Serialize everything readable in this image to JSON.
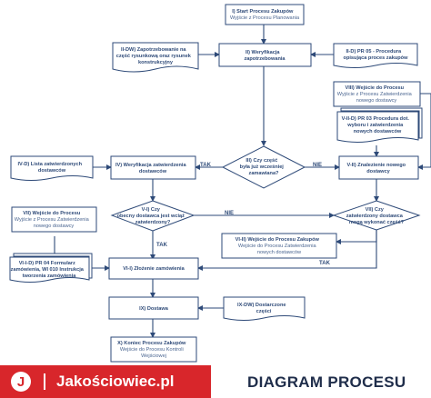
{
  "nodes": {
    "start": [
      "I) Start Procesu Zakupów",
      "Wyjście z Procesu Planowania"
    ],
    "need": [
      "II-DW) Zapotrzebowanie na",
      "część rysunkową oraz rysunek",
      "konstrukcyjny"
    ],
    "verify_need": [
      "II) Weryfikacja",
      "zapotrzebowania"
    ],
    "pr05": [
      "II-D) PR 05 - Procedura",
      "opisująca proces zakupów"
    ],
    "new_supplier_entry": [
      "VIII) Wejście do Procesu",
      "Wyjście z Procesu Zatwierdzenia",
      "nowego dostawcy"
    ],
    "pr03": [
      "V-II-D) PR 03 Procedura dot.",
      "wyboru i zatwierdzenia",
      "nowych dostawców"
    ],
    "approved_list": [
      "IV-D) Lista zatwierdzonych",
      "dostawców"
    ],
    "verify_approved": [
      "IV) Weryfikacja zatwierdzenia",
      "dostawców"
    ],
    "decision_known": [
      "III) Czy część",
      "była już wcześniej",
      "zamawiana?"
    ],
    "find_new": [
      "V-II) Znalezienie nowego",
      "dostawcy"
    ],
    "decision_current": [
      "V-I) Czy",
      "obecny dostawca jest wciąż",
      "zatwierdzony?"
    ],
    "decision_new_ok": [
      "VII) Czy",
      "zatwierdzony dostawca",
      "mogą wykonać część?"
    ],
    "entry_vii": [
      "VII) Wejście do Procesu",
      "Wyjście z Procesu Zatwierdzenia",
      "nowego dostawcy"
    ],
    "entry_vi_ii": [
      "VI-II) Wejście do Procesu Zakupów",
      "Wejście do Procesu Zatwierdzenia",
      "nowych dostawców"
    ],
    "pr04": [
      "VI-I-D) PR 04 Formularz",
      "zamówienia, WI 010 Instrukcja",
      "tworzenia zamówienia"
    ],
    "order": [
      "VI-I) Złożenie zamówienia"
    ],
    "delivery": [
      "IX) Dostawa"
    ],
    "delivered": [
      "IX-DW) Dostarczone",
      "części"
    ],
    "end": [
      "X) Koniec Procesu Zakupów",
      "Wejście do Procesu Kontroli",
      "Wejściowej"
    ]
  },
  "edge_labels": {
    "tak_1": "TAK",
    "nie_1": "NIE",
    "nie_2": "NIE",
    "tak_2": "TAK",
    "tak_3": "TAK"
  },
  "footer": {
    "logo_letter": "J",
    "brand": "Jakościowiec.pl",
    "title": "DIAGRAM PROCESU"
  },
  "colors": {
    "stroke": "#2e4a78",
    "brand_red": "#d8262b",
    "title_dark": "#1f2d4a"
  }
}
